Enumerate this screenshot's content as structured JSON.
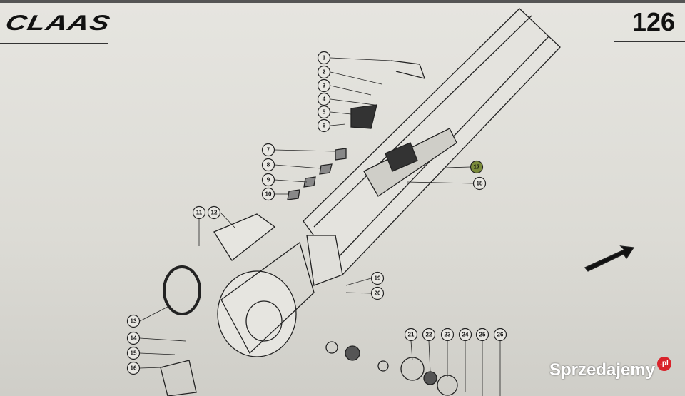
{
  "header": {
    "brand": "CLAAS",
    "page_number": "126"
  },
  "callouts": [
    "1",
    "2",
    "3",
    "4",
    "5",
    "6",
    "7",
    "8",
    "9",
    "10",
    "11",
    "12",
    "13",
    "14",
    "15",
    "16",
    "17",
    "18",
    "19",
    "20",
    "21",
    "22",
    "23",
    "24",
    "25",
    "26"
  ],
  "highlighted_callout": "17",
  "highlight_color": "#7a8a3a",
  "watermark": {
    "name": "Sprzedajemy",
    "tld": ".pl",
    "accent": "#d9232b"
  }
}
